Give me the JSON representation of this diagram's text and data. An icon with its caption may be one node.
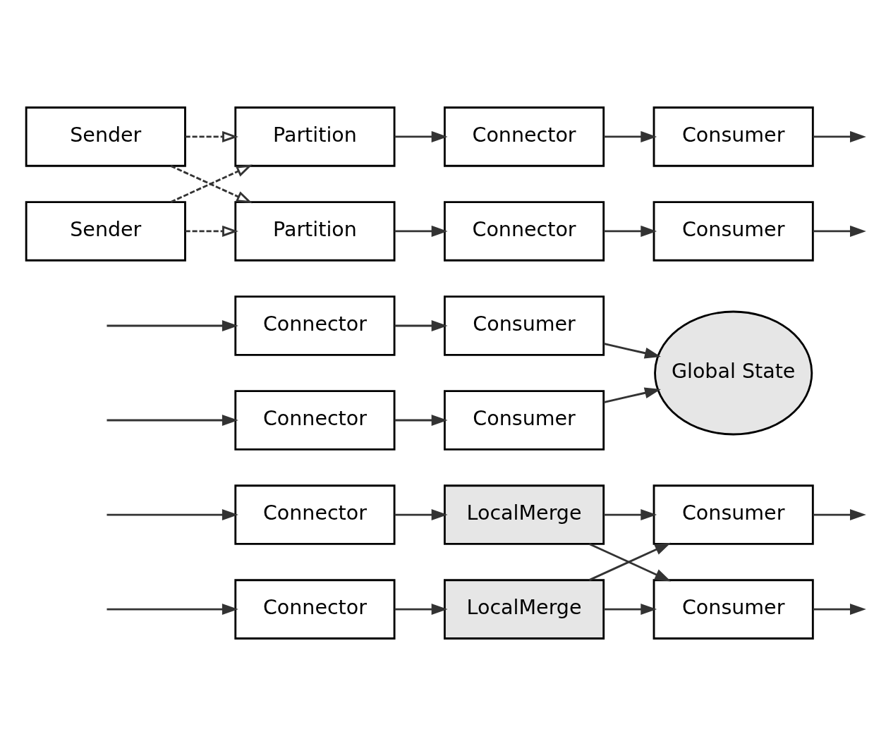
{
  "diagram": {
    "nodes": [
      {
        "text": [
          "Connector"
        ]
      },
      {
        "text": [
          "LocalMerge"
        ]
      },
      {
        "text": [
          "Consumer"
        ]
      },
      {
        "text": [
          "Connector"
        ]
      },
      {
        "text": [
          "LocalMerge"
        ]
      },
      {
        "text": [
          "Consumer"
        ]
      },
      {
        "text": [
          "Connector"
        ]
      },
      {
        "text": [
          "Consumer"
        ]
      },
      {
        "text": [
          "Connector"
        ]
      },
      {
        "text": [
          "Consumer"
        ]
      },
      {
        "text": [
          "Global State"
        ]
      },
      {
        "text": [
          "Sender"
        ]
      },
      {
        "text": [
          "Partition"
        ]
      },
      {
        "text": [
          "Connector"
        ]
      },
      {
        "text": [
          "Consumer"
        ]
      },
      {
        "text": [
          "Sender"
        ]
      },
      {
        "text": [
          "Partition"
        ]
      },
      {
        "text": [
          "Connector"
        ]
      },
      {
        "text": [
          "Consumer"
        ]
      }
    ],
    "edges": [
      {
        "from": null,
        "to": 0,
        "arrow": "to"
      },
      {
        "from": 0,
        "to": 1,
        "arrow": "to"
      },
      {
        "from": 1,
        "to": 2,
        "arrow": "to"
      },
      {
        "from": 1,
        "to": 5,
        "arrow": "to"
      },
      {
        "from": 2,
        "to": null,
        "arrow": "to"
      },
      {
        "from": null,
        "to": 3,
        "arrow": "to"
      },
      {
        "from": 3,
        "to": 4,
        "arrow": "to"
      },
      {
        "from": 4,
        "to": 2,
        "arrow": "to"
      },
      {
        "from": 4,
        "to": 5,
        "arrow": "to"
      },
      {
        "from": 5,
        "to": null,
        "arrow": "to"
      },
      {
        "from": null,
        "to": 6,
        "arrow": "to"
      },
      {
        "from": 6,
        "to": 7,
        "arrow": "to"
      },
      {
        "from": 7,
        "to": 10,
        "arrow": "to"
      },
      {
        "from": null,
        "to": 8,
        "arrow": "to"
      },
      {
        "from": 8,
        "to": 9,
        "arrow": "to"
      },
      {
        "from": 9,
        "to": 10,
        "arrow": "to"
      },
      {
        "from": 11,
        "to": 12,
        "arrow": "to",
        "style": "dashed"
      },
      {
        "from": 11,
        "to": 16,
        "arrow": "to",
        "style": "dashed"
      },
      {
        "from": 12,
        "to": 13,
        "arrow": "to"
      },
      {
        "from": 13,
        "to": 14,
        "arrow": "to"
      },
      {
        "from": 14,
        "to": null,
        "arrow": "to"
      },
      {
        "from": 15,
        "to": 12,
        "arrow": "to",
        "style": "dashed"
      },
      {
        "from": 15,
        "to": 16,
        "arrow": "to",
        "style": "dashed"
      },
      {
        "from": 16,
        "to": 17,
        "arrow": "to"
      },
      {
        "from": 17,
        "to": 18,
        "arrow": "to"
      },
      {
        "from": 18,
        "to": null,
        "arrow": "to"
      }
    ]
  }
}
